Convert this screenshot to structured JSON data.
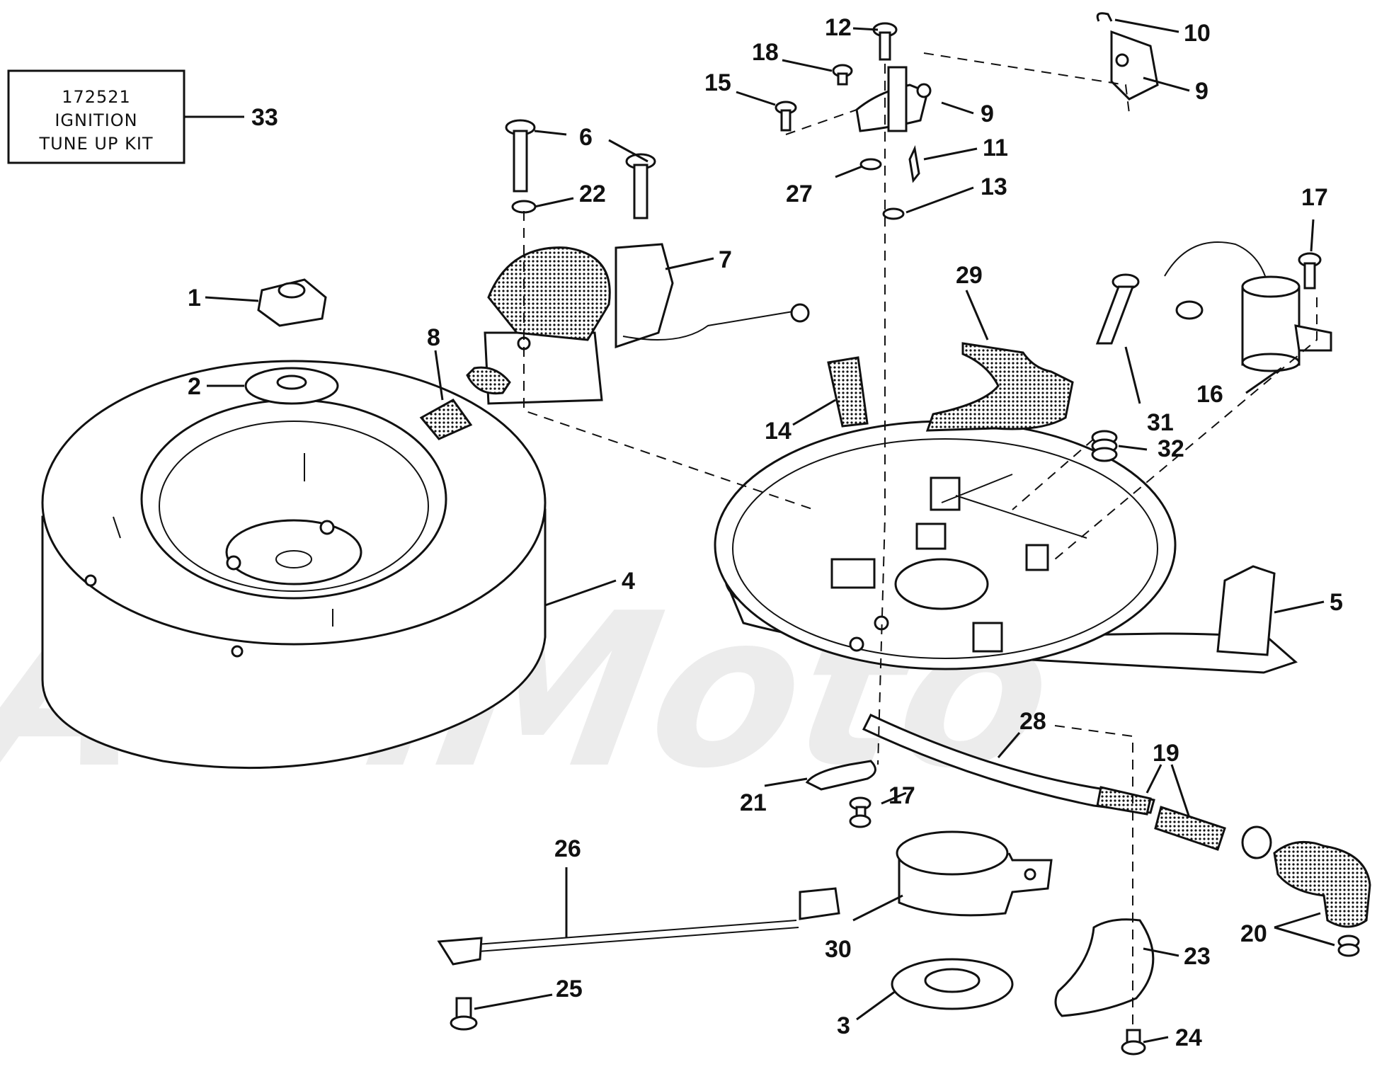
{
  "kit_box": {
    "line1": "172521",
    "line2": "IGNITION",
    "line3": "TUNE UP KIT"
  },
  "watermark": "AehMoto",
  "callouts": {
    "p1": "1",
    "p2": "2",
    "p3": "3",
    "p4": "4",
    "p5": "5",
    "p6": "6",
    "p7": "7",
    "p8": "8",
    "p9a": "9",
    "p9b": "9",
    "p10": "10",
    "p11": "11",
    "p12": "12",
    "p13": "13",
    "p14": "14",
    "p15": "15",
    "p16": "16",
    "p17a": "17",
    "p17b": "17",
    "p18": "18",
    "p19": "19",
    "p20": "20",
    "p21": "21",
    "p22": "22",
    "p23": "23",
    "p24": "24",
    "p25": "25",
    "p26": "26",
    "p27": "27",
    "p28": "28",
    "p29": "29",
    "p30": "30",
    "p31": "31",
    "p32": "32",
    "p33": "33"
  }
}
